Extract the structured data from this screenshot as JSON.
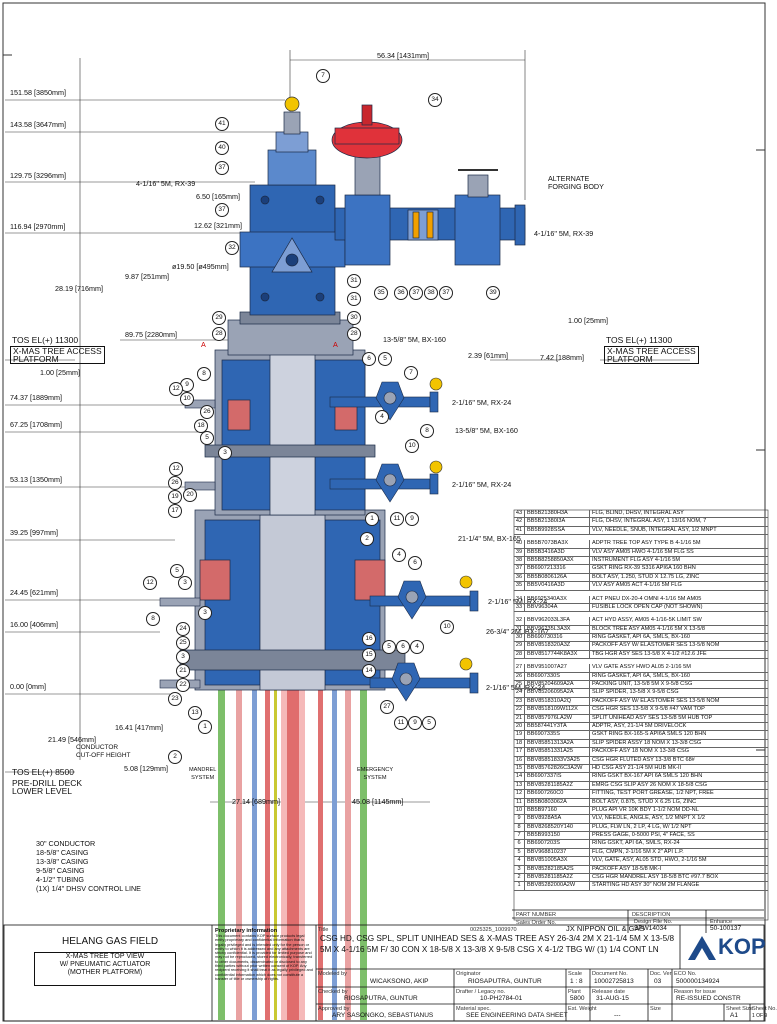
{
  "dimensions": {
    "top_width": "56.34 [1431mm]",
    "el_151": "151.58 [3850mm]",
    "el_143": "143.58 [3647mm]",
    "el_129": "129.75 [3296mm]",
    "el_116": "116.94 [2970mm]",
    "dim_650": "6.50 [165mm]",
    "dim_1262": "12.62 [321mm]",
    "dia_1950": "ø19.50 [ø495mm]",
    "dim_987": "9.87 [251mm]",
    "dim_2819": "28.19 [716mm]",
    "dim_8975": "89.75 [2280mm]",
    "dim_100a": "1.00 [25mm]",
    "dim_100b": "1.00 [25mm]",
    "dim_239": "2.39 [61mm]",
    "dim_742": "7.42 [188mm]",
    "el_7437": "74.37 [1889mm]",
    "el_6725": "67.25 [1708mm]",
    "el_5313": "53.13 [1350mm]",
    "el_3925": "39.25 [997mm]",
    "el_2445": "24.45 [621mm]",
    "el_1600": "16.00 [406mm]",
    "el_000": "0.00 [0mm]",
    "dim_1641": "16.41 [417mm]",
    "dim_2149": "21.49 [546mm]",
    "dim_508": "5.08 [129mm]",
    "dim_2714": "27.14 [689mm]",
    "dim_4508": "45.08 [1145mm]"
  },
  "labels": {
    "conn_top_left": "4-1/16\" 5M, RX-39",
    "conn_right": "4-1/16\" 5M, RX-39",
    "alt_forging": "ALTERNATE\nFORGING BODY",
    "tos_left": "TOS EL(+) 11300",
    "tos_right": "TOS EL(+) 11300",
    "access_left": "X-MAS TREE ACCESS\nPLATFORM",
    "access_right": "X-MAS TREE ACCESS\nPLATFORM",
    "conn_1358_top": "13-5/8\" 5M, BX-160",
    "conn_2116_a": "2-1/16\" 5M, RX-24",
    "conn_1358_mid": "13-5/8\" 5M, BX-160",
    "conn_2116_b": "2-1/16\" 5M, RX-24",
    "conn_2114": "21-1/4\" 5M, BX-165",
    "conn_2116_c": "2-1/16\" 5M, RX-24",
    "conn_2634": "26-3/4\" 2M, BX-167",
    "conn_2116_d": "2-1/16\" 5M, RX-24",
    "cutoff": "CONDUCTOR\nCUT-OFF HEIGHT",
    "mandrel": "MANDREL\nSYSTEM",
    "emergency": "EMERGENCY\nSYSTEM",
    "tos_8500": "TOS EL(+) 8500",
    "predrill": "PRE-DRILL DECK\nLOWER LEVEL",
    "section_a_left": "A",
    "section_a_right": "A",
    "casing_1": "30\" CONDUCTOR",
    "casing_2": "18-5/8\" CASING",
    "casing_3": "13-3/8\" CASING",
    "casing_4": "9-5/8\" CASING",
    "casing_5": "4-1/2\" TUBING",
    "casing_6": "(1X) 1/4\" DHSV CONTROL LINE"
  },
  "balloons": [
    "7",
    "34",
    "41",
    "40",
    "37",
    "37",
    "32",
    "31",
    "31",
    "35",
    "36",
    "37",
    "38",
    "37",
    "39",
    "29",
    "28",
    "30",
    "28",
    "6",
    "5",
    "7",
    "8",
    "9",
    "10",
    "12",
    "26",
    "18",
    "4",
    "8",
    "5",
    "3",
    "12",
    "10",
    "11",
    "9",
    "1",
    "2",
    "26",
    "19",
    "20",
    "17",
    "4",
    "6",
    "5",
    "3",
    "7",
    "8",
    "10",
    "12",
    "16",
    "15",
    "14",
    "24",
    "25",
    "4",
    "6",
    "5",
    "3",
    "21",
    "22",
    "23",
    "27",
    "13",
    "2",
    "1",
    "11",
    "9",
    "5",
    "3"
  ],
  "parts_upper": [
    [
      "43",
      "BB5B21380H3A",
      "FLG, BLIND, DHSV, INTEGRAL ASY"
    ],
    [
      "42",
      "BB5B21380I3A",
      "FLG, DHSV, INTEGRAL ASY, 1 13/16 NOM, 7"
    ],
    [
      "41",
      "BB5B9928SSA",
      "VLV, NEEDLE, SNUB, INTEGRAL ASY, 1/2 MNPT"
    ]
  ],
  "parts_mid": [
    [
      "40",
      "BB5B7073BA3X",
      "ADPTR TREE TOP ASY TYPE B 4-1/16 5M"
    ],
    [
      "39",
      "BB5B3416A3D",
      "VLV ASY AM05 HWO   4-1/16 5M FLG SS"
    ],
    [
      "38",
      "BB5B8258850A3X",
      "INSTRUMENT FLG ASY 4-1/16 5M"
    ],
    [
      "37",
      "BB6907213316",
      "GSKT RING RX-39 S316 API6A 160 BHN"
    ],
    [
      "36",
      "BB5B0806126A",
      "BOLT ASY, 1.250, STUD X 12.75 LG, ZINC"
    ],
    [
      "35",
      "BB5V0416A3D",
      "VLV ASY AM05 ACT 4-1/16 5M FLG"
    ]
  ],
  "parts_act": [
    [
      "34",
      "BB6925340A3X",
      "ACT PNEU DX-20-4 OMNI   4-1/16 5M AM05"
    ],
    [
      "33",
      "BBV96304A",
      "FUSIBLE LOCK OPEN CAP (NOT SHOWN)"
    ]
  ],
  "parts_lower": [
    [
      "32",
      "BBV962033L3FA",
      "ACT HYD ASSY, AM05 4-1/16-5K LIMIT SW"
    ],
    [
      "31",
      "BBV96235L3A3X",
      "BLOCK TREE ASY AM05 4-1/16 5M X 13-5/8"
    ],
    [
      "30",
      "BB690730316",
      "RING GASKET, API 6A, SMLS, BX-160"
    ],
    [
      "29",
      "BBV8518320A3Z",
      "PACKOFF ASY W/ ELASTOMER SES 13-5/8 NOM"
    ],
    [
      "28",
      "BBV8517744K8A3X",
      "TBG HGR ASY SES 13-5/8 X 4-1/2 #12.6 JFE"
    ]
  ],
  "parts_bottom": [
    [
      "27",
      "BBV951007A27",
      "VLV GATE ASSY HWO AL05 2-1/16 5M"
    ],
    [
      "26",
      "BB6907330S",
      "RING GASKET, API 6A, SMLS, BX-160"
    ],
    [
      "25",
      "BBV85204609A2A",
      "PACKING UNIT, 13-5/8 5M X 9-5/8 CSG"
    ],
    [
      "24",
      "BBV85206095A2A",
      "SLIP SPIDER, 13-5/8 X 9-5/8 CSG"
    ],
    [
      "23",
      "BBV8518310A2Q",
      "PACKOFF ASY W/ ELASTOMER SES 13-5/8 NOM"
    ],
    [
      "22",
      "BBV8518109W112X",
      "CSG HGR SES 13-5/8 X 9-5/8 #47 VAM TOP"
    ],
    [
      "21",
      "BBV857976LA2W",
      "SPLIT UNIHEAD ASY SES 13-5/8 5M HUB TOP"
    ],
    [
      "20",
      "BB587441Y3TA",
      "ADPTR, ASY, 21-1/4 5M DRIVELOCK"
    ],
    [
      "19",
      "BB6907335S",
      "GSKT RING BX-165-S API6A SMLS 120 BHN"
    ],
    [
      "18",
      "BBV85851313A2A",
      "SLIP SPIDER ASSY 18 NOM X 13-3/8 CSG"
    ],
    [
      "17",
      "BBV85851331A25",
      "PACKOFF ASY 18 NOM X 13-3/8 CSG"
    ],
    [
      "16",
      "BBV85851833V3A25",
      "CSG HGR FLUTED ASY 13-3/8 BTC 68#"
    ],
    [
      "15",
      "BBV85762826C3A2W",
      "HD CSG ASY 21-1/4 5M HUB MK-II"
    ],
    [
      "14",
      "BB6907337IS",
      "RING GSKT BX-167 API 6A SMLS 120 BHN"
    ],
    [
      "13",
      "BBV85281185A2Z",
      "EMRG CSG SLIP ASY 26 NOM X 18-5/8 CSG"
    ],
    [
      "12",
      "BB6907260C0",
      "FITTING, TEST PORT GREASE, 1/2 NPT, FREE"
    ],
    [
      "11",
      "BB5B0803062A",
      "BOLT ASY, 0.875, STUD X 6.25 LG, ZINC"
    ],
    [
      "10",
      "BB5B97160",
      "PLUG API VR 10K BDY 1-1/2 NOM DD-NL"
    ],
    [
      "9",
      "BBV8928A5A",
      "VLV, NEEDLE, ANGLE, ASY, 1/2 MNPT X 1/2"
    ],
    [
      "8",
      "BBV8268520Y140",
      "PLUG, FLW LN, 2 LP, 4 LG, W/ 1/2 NPT"
    ],
    [
      "7",
      "BB5B993150",
      "PRESS GAGE, 0-5000 PSI, 4\" FACE, SS"
    ],
    [
      "6",
      "BB6907203S",
      "RING GSKT, API 6A, SMLS, RX-24"
    ],
    [
      "5",
      "BBV968810237",
      "FLG, CMPN, 2-1/16 5M X 2\" API L.P."
    ],
    [
      "4",
      "BBV851005A3X",
      "VLV, GATE, ASY, AL05 STD, HWO, 2-1/16 5M"
    ],
    [
      "3",
      "BBV85282185A2S",
      "PACKOFF ASY 18-5/8 MK-I"
    ],
    [
      "2",
      "BBV85281185A2Z",
      "CSG HGR MANDREL ASY 18-5/8 BTC #97.7 BOX"
    ],
    [
      "1",
      "BBV85282000A2W",
      "STARTING HD ASY 30\" NOM 2M FLANGE"
    ]
  ],
  "parts_header": {
    "part_number": "PART NUMBER",
    "description": "DESCRIPTION",
    "sales_order": "Sales Order No.",
    "design_file": "Design File No.",
    "sales_order_val": "0025325_1009970",
    "customer": "JX NIPPON OIL & GAS",
    "design_file_val": "SPW14034",
    "enhance": "Enhance",
    "enhance_val": "50-100137"
  },
  "title_block": {
    "field": "HELANG GAS FIELD",
    "view_caption": "X-MAS TREE TOP VIEW\nW/ PNEUMATIC ACTUATOR\n(MOTHER PLATFORM)",
    "prop_head": "Proprietary information",
    "prop_text": "This document contains KOP surface products legal entity proprietary and confidential information that is legally privileged and is intended only for the person or entity to which it is addressed and any attachments are strictly confidential. It is provided for limited purpose and may not be reproduced, stored electronically, transferred to other documents, disseminated or disclosed to any third parties without prior written consent of KOP. Any recipient receiving it shall treat it as legally privileged and confidential information which does not constitute a transfer of title or ownership of rights.",
    "title_label": "Title",
    "title": "CSG HD, CSG SPL, SPLIT UNIHEAD SES & X-MAS TREE ASY 26-3/4 2M X 21-1/4 5M X 13-5/8 5M X 4-1/16 5M F/ 30 CON X 18-5/8 X 13-3/8 X 9-5/8 CSG X 4-1/2 TBG W/ (1) 1/4 CONT LN",
    "modeled_by_label": "Modeled by",
    "modeled_by": "WICAKSONO, AKIP",
    "checked_by_label": "Checked by",
    "checked_by": "RIOSAPUTRA, GUNTUR",
    "approved_by_label": "Approved by",
    "approved_by": "ARY SASONGKO, SEBASTIANUS",
    "originator_label": "Originator",
    "originator": "RIOSAPUTRA, GUNTUR",
    "legacy_label": "Drafter / Legacy no.",
    "legacy": "10-PH2784-01",
    "material_label": "Material spec.",
    "material": "SEE ENGINEERING DATA SHEET",
    "scale_label": "Scale",
    "scale": "1 : 8",
    "plant_label": "Plant",
    "plant": "5800",
    "wt_label": "Est. Weight",
    "wt": "",
    "doc_label": "Document No.",
    "doc": "10002725813",
    "release_label": "Release date",
    "release": "31-AUG-15",
    "ver_label": "Doc. Ver.",
    "ver": "03",
    "ecn_label": "ECO No.",
    "ecn": "500000134924",
    "reason_label": "Reason for issue",
    "reason": "RE-ISSUED CONSTR",
    "sheet_size_label": "Sheet Size",
    "sheet_size": "A1",
    "sheet_label": "Sheet No.",
    "sheet": "1 OF 9",
    "size_label": "Size",
    "size": "",
    "dash": "---",
    "logo": "KOP"
  },
  "colors": {
    "blue": "#2f66b3",
    "blue_dark": "#1b3f7a",
    "red": "#e0323a",
    "pink": "#f2a7a7",
    "grey": "#9aa3b5",
    "yellow": "#f2c400",
    "green": "#2fa24a"
  }
}
